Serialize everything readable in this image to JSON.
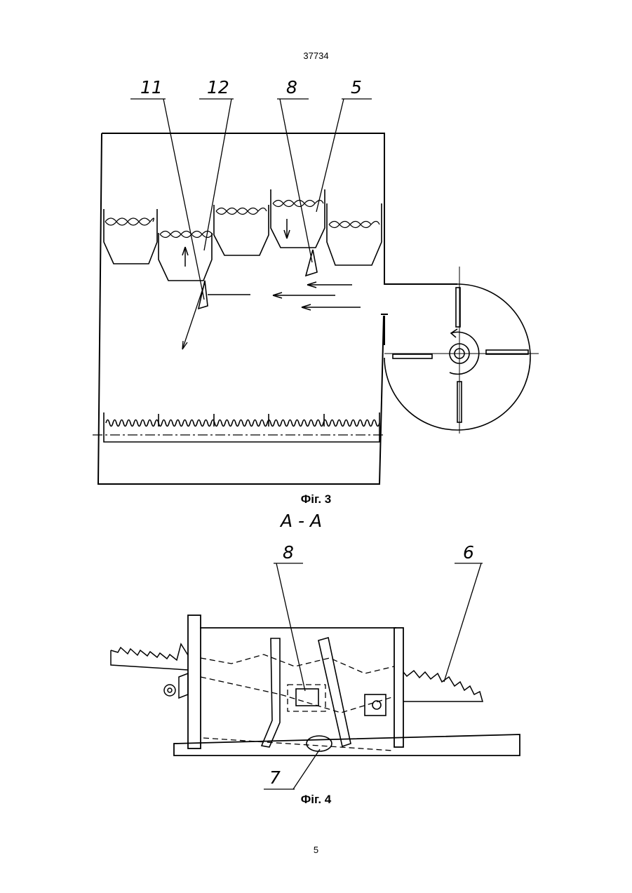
{
  "document_number": "37734",
  "figure3": {
    "caption": "Фіг. 3",
    "callouts": [
      "11",
      "12",
      "8",
      "5"
    ]
  },
  "section_label": "A - A",
  "figure4": {
    "caption": "Фіг. 4",
    "callouts": [
      "8",
      "6",
      "7"
    ]
  },
  "page_number": "5"
}
